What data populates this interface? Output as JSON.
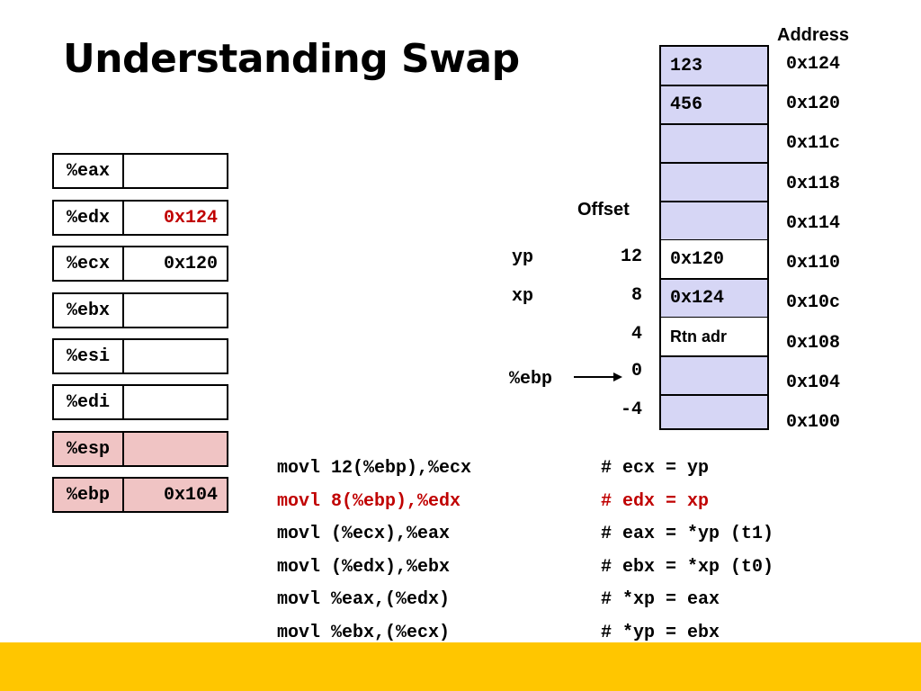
{
  "title": "Understanding Swap",
  "registers": [
    {
      "name": "%eax",
      "value": ""
    },
    {
      "name": "%edx",
      "value": "0x124"
    },
    {
      "name": "%ecx",
      "value": "0x120"
    },
    {
      "name": "%ebx",
      "value": ""
    },
    {
      "name": "%esi",
      "value": ""
    },
    {
      "name": "%edi",
      "value": ""
    },
    {
      "name": "%esp",
      "value": ""
    },
    {
      "name": "%ebp",
      "value": "0x104"
    }
  ],
  "stack": {
    "address_header": "Address",
    "offset_header": "Offset",
    "cells": [
      {
        "content": "123",
        "address": "0x124",
        "offset": ""
      },
      {
        "content": "456",
        "address": "0x120",
        "offset": ""
      },
      {
        "content": "",
        "address": "0x11c",
        "offset": ""
      },
      {
        "content": "",
        "address": "0x118",
        "offset": ""
      },
      {
        "content": "",
        "address": "0x114",
        "offset": ""
      },
      {
        "content": "0x120",
        "address": "0x110",
        "offset": "12"
      },
      {
        "content": "0x124",
        "address": "0x10c",
        "offset": "8"
      },
      {
        "content": "Rtn adr",
        "address": "0x108",
        "offset": "4"
      },
      {
        "content": "",
        "address": "0x104",
        "offset": "0"
      },
      {
        "content": "",
        "address": "0x100",
        "offset": "-4"
      }
    ],
    "pointer_labels": {
      "yp": "yp",
      "xp": "xp",
      "ebp": "%ebp"
    }
  },
  "code": [
    {
      "instr": "movl 12(%ebp),%ecx",
      "comment": "# ecx = yp",
      "highlight": false
    },
    {
      "instr": "movl 8(%ebp),%edx",
      "comment": "# edx = xp",
      "highlight": true
    },
    {
      "instr": "movl (%ecx),%eax",
      "comment": "# eax = *yp (t1)",
      "highlight": false
    },
    {
      "instr": "movl (%edx),%ebx",
      "comment": "# ebx = *xp (t0)",
      "highlight": false
    },
    {
      "instr": "movl %eax,(%edx)",
      "comment": "# *xp = eax",
      "highlight": false
    },
    {
      "instr": "movl %ebx,(%ecx)",
      "comment": "# *yp = ebx",
      "highlight": false
    }
  ],
  "colors": {
    "highlight_text": "#c00000",
    "register_highlight": "#f0c4c4",
    "stack_fill": "#d6d6f5",
    "footer": "#ffc600"
  }
}
